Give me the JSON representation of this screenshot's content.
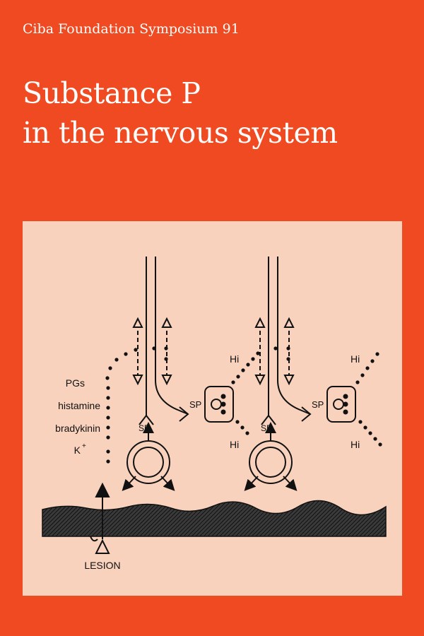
{
  "cover": {
    "series": "Ciba Foundation Symposium 91",
    "title_line1": "Substance P",
    "title_line2": "in the nervous system"
  },
  "figure": {
    "mediators": [
      "PGs",
      "histamine",
      "bradykinin",
      "K"
    ],
    "potassium_sup": "+",
    "sp_label": "SP",
    "hi_label": "Hi",
    "lesion_label": "LESION"
  },
  "colors": {
    "background": "#ef4a22",
    "panel": "#f9d2bd",
    "text": "#ffffff"
  }
}
